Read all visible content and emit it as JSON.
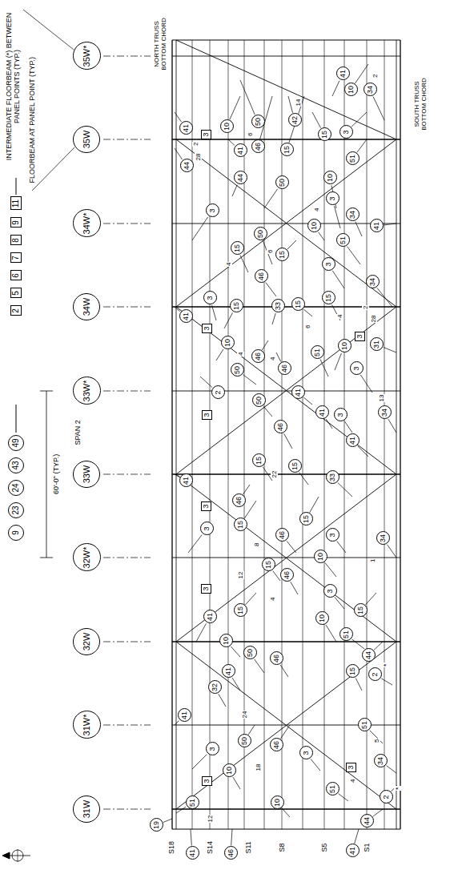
{
  "diagram": {
    "nodes": [
      {
        "text": [
          "9"
        ]
      },
      {
        "text": [
          "23"
        ]
      },
      {
        "text": [
          "24"
        ]
      },
      {
        "text": [
          "43"
        ]
      },
      {
        "text": [
          "49"
        ]
      },
      {
        "text": [
          "2"
        ]
      },
      {
        "text": [
          "5"
        ]
      },
      {
        "text": [
          "6"
        ]
      },
      {
        "text": [
          "7"
        ]
      },
      {
        "text": [
          "8"
        ]
      },
      {
        "text": [
          "9"
        ]
      },
      {
        "text": [
          "11"
        ]
      },
      {
        "text": [
          "35W*"
        ]
      },
      {
        "text": [
          "35W"
        ]
      },
      {
        "text": [
          "34W*"
        ]
      },
      {
        "text": [
          "34W"
        ]
      },
      {
        "text": [
          "33W*"
        ]
      },
      {
        "text": [
          "33W"
        ]
      },
      {
        "text": [
          "32W*"
        ]
      },
      {
        "text": [
          "32W"
        ]
      },
      {
        "text": [
          "31W*"
        ]
      },
      {
        "text": [
          "31W"
        ]
      },
      {
        "text": [
          "41"
        ]
      },
      {
        "text": [
          "44"
        ]
      },
      {
        "text": [
          "10"
        ]
      },
      {
        "text": [
          "50"
        ]
      },
      {
        "text": [
          "46"
        ]
      },
      {
        "text": [
          "41"
        ]
      },
      {
        "text": [
          "44"
        ]
      },
      {
        "text": [
          "42"
        ]
      },
      {
        "text": [
          "15"
        ]
      },
      {
        "text": [
          "15"
        ]
      },
      {
        "text": [
          "41"
        ]
      },
      {
        "text": [
          "10"
        ]
      },
      {
        "text": [
          "3"
        ]
      },
      {
        "text": [
          "34"
        ]
      },
      {
        "text": [
          "51"
        ]
      },
      {
        "text": [
          "10"
        ]
      },
      {
        "text": [
          "50"
        ]
      },
      {
        "text": [
          "3"
        ]
      },
      {
        "text": [
          "41"
        ]
      },
      {
        "text": [
          "3"
        ]
      },
      {
        "text": [
          "34"
        ]
      },
      {
        "text": [
          "15"
        ]
      },
      {
        "text": [
          "50"
        ]
      },
      {
        "text": [
          "46"
        ]
      },
      {
        "text": [
          "15"
        ]
      },
      {
        "text": [
          "33"
        ]
      },
      {
        "text": [
          "15"
        ]
      },
      {
        "text": [
          "10"
        ]
      },
      {
        "text": [
          "3"
        ]
      },
      {
        "text": [
          "51"
        ]
      },
      {
        "text": [
          "15"
        ]
      },
      {
        "text": [
          "34"
        ]
      },
      {
        "text": [
          "3"
        ]
      },
      {
        "text": [
          "41"
        ]
      },
      {
        "text": [
          "15"
        ]
      },
      {
        "text": [
          "31"
        ]
      },
      {
        "text": [
          "2"
        ]
      },
      {
        "text": [
          "10"
        ]
      },
      {
        "text": [
          "50"
        ]
      },
      {
        "text": [
          "46"
        ]
      },
      {
        "text": [
          "50"
        ]
      },
      {
        "text": [
          "46"
        ]
      },
      {
        "text": [
          "41"
        ]
      },
      {
        "text": [
          "51"
        ]
      },
      {
        "text": [
          "41"
        ]
      },
      {
        "text": [
          "10"
        ]
      },
      {
        "text": [
          "3"
        ]
      },
      {
        "text": [
          "34"
        ]
      },
      {
        "text": [
          "3"
        ]
      },
      {
        "text": [
          "41"
        ]
      },
      {
        "text": [
          "41"
        ]
      },
      {
        "text": [
          "3"
        ]
      },
      {
        "text": [
          "15"
        ]
      },
      {
        "text": [
          "46"
        ]
      },
      {
        "text": [
          "46"
        ]
      },
      {
        "text": [
          "15"
        ]
      },
      {
        "text": [
          "15"
        ]
      },
      {
        "text": [
          "33"
        ]
      },
      {
        "text": [
          "46"
        ]
      },
      {
        "text": [
          "15"
        ]
      },
      {
        "text": [
          "3"
        ]
      },
      {
        "text": [
          "10"
        ]
      },
      {
        "text": [
          "34"
        ]
      },
      {
        "text": [
          "15"
        ]
      },
      {
        "text": [
          "41"
        ]
      },
      {
        "text": [
          "10"
        ]
      },
      {
        "text": [
          "15"
        ]
      },
      {
        "text": [
          "46"
        ]
      },
      {
        "text": [
          "3"
        ]
      },
      {
        "text": [
          "10"
        ]
      },
      {
        "text": [
          "51"
        ]
      },
      {
        "text": [
          "15"
        ]
      },
      {
        "text": [
          "44"
        ]
      },
      {
        "text": [
          "2"
        ]
      },
      {
        "text": [
          "15"
        ]
      },
      {
        "text": [
          "41"
        ]
      },
      {
        "text": [
          "50"
        ]
      },
      {
        "text": [
          "46"
        ]
      },
      {
        "text": [
          "41"
        ]
      },
      {
        "text": [
          "32"
        ]
      },
      {
        "text": [
          "3"
        ]
      },
      {
        "text": [
          "10"
        ]
      },
      {
        "text": [
          "51"
        ]
      },
      {
        "text": [
          "50"
        ]
      },
      {
        "text": [
          "46"
        ]
      },
      {
        "text": [
          "10"
        ]
      },
      {
        "text": [
          "3"
        ]
      },
      {
        "text": [
          "51"
        ]
      },
      {
        "text": [
          "34"
        ]
      },
      {
        "text": [
          "44"
        ]
      },
      {
        "text": [
          "2"
        ]
      },
      {
        "text": [
          "41"
        ]
      },
      {
        "text": [
          "51"
        ]
      },
      {
        "text": [
          "41"
        ]
      },
      {
        "text": [
          "46"
        ]
      },
      {
        "text": [
          "19"
        ]
      },
      {
        "text": [
          "3"
        ]
      },
      {
        "text": [
          "3"
        ]
      },
      {
        "text": [
          "3"
        ]
      },
      {
        "text": [
          "3"
        ]
      },
      {
        "text": [
          "3"
        ]
      },
      {
        "text": [
          "3"
        ]
      },
      {
        "text": [
          "3"
        ]
      },
      {
        "text": [
          "3"
        ]
      }
    ],
    "labels": [
      "FLOORBEAM AT PANEL POINT (TYP.)",
      "INTERMEDIATE FLOORBEAM (*) BETWEEN PANEL POINTS (TYP.)",
      "NORTH TRUSS BOTTOM CHORD",
      "SOUTH TRUSS BOTTOM CHORD",
      "60'-0\" (TYP.)",
      "SPAN 2",
      "S18",
      "S14",
      "S11",
      "S8",
      "S5",
      "S1",
      "*",
      "*",
      "2",
      "28",
      "6",
      "14",
      "2",
      "4",
      "4",
      "6",
      "2",
      "28",
      "4",
      "4",
      "6",
      "4",
      "22",
      "13",
      "8",
      "12",
      "1",
      "4",
      "24",
      "18",
      "5",
      "12",
      "4"
    ]
  }
}
